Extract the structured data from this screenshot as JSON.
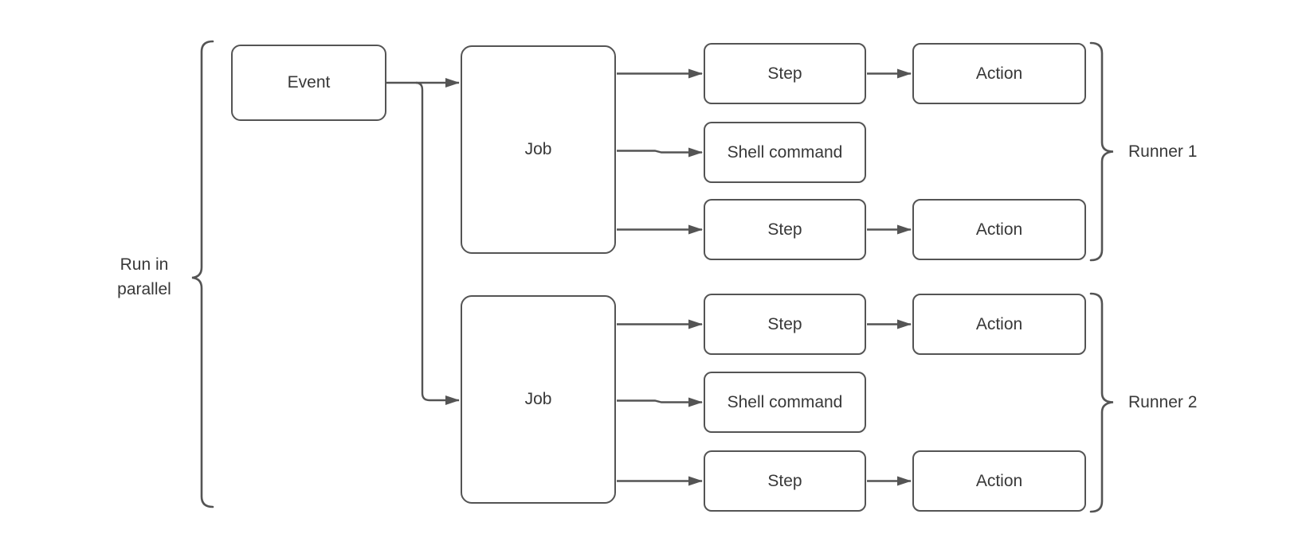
{
  "colors": {
    "stroke": "#545454",
    "text": "#383838",
    "background": "#ffffff"
  },
  "annotations": {
    "run_in_parallel": "Run in parallel",
    "runner_1": "Runner 1",
    "runner_2": "Runner 2"
  },
  "nodes": {
    "event": "Event",
    "job_1": "Job",
    "job_2": "Job",
    "step_1": "Step",
    "action_1": "Action",
    "shell_1": "Shell command",
    "step_2": "Step",
    "action_2": "Action",
    "step_3": "Step",
    "action_3": "Action",
    "shell_2": "Shell command",
    "step_4": "Step",
    "action_4": "Action"
  }
}
